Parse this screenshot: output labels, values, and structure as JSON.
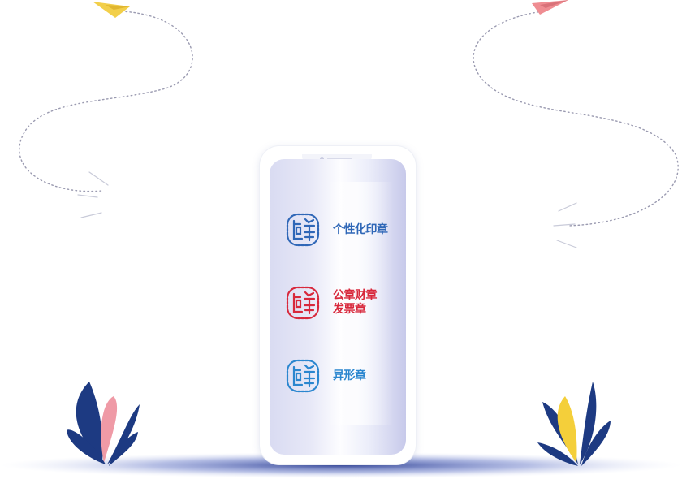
{
  "stamps": [
    {
      "labels": [
        "个性化印章"
      ],
      "color": "#2f67b7",
      "icon": "seal-icon"
    },
    {
      "labels": [
        "公章财章",
        "发票章"
      ],
      "color": "#d8283c",
      "icon": "seal-icon"
    },
    {
      "labels": [
        "异形章"
      ],
      "color": "#2a86cf",
      "icon": "seal-icon"
    }
  ],
  "colors": {
    "leaf_navy": "#1d3a82",
    "leaf_pink": "#ef9aa6",
    "leaf_yellow": "#f4cf3a",
    "plane_yellow": "#f2cf4a",
    "plane_pink": "#ef8d92",
    "ground": "#2a3d93"
  }
}
